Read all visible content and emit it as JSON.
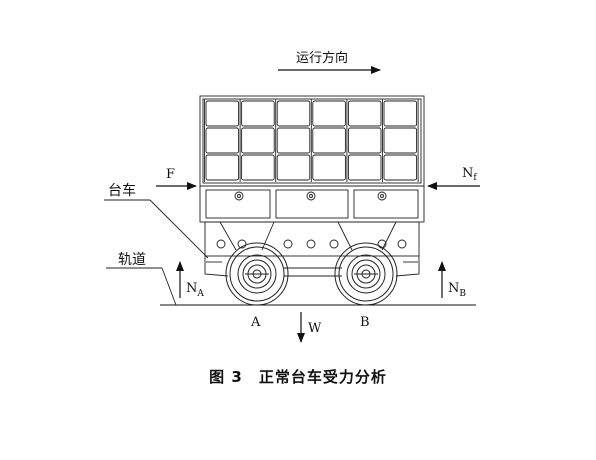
{
  "diagram": {
    "direction_label": "运行方向",
    "labels": {
      "trolley": "台车",
      "track": "轨道",
      "force_f": "F",
      "force_nf": "N",
      "force_nf_sub": "f",
      "force_na": "N",
      "force_na_sub": "A",
      "force_nb": "N",
      "force_nb_sub": "B",
      "point_a": "A",
      "point_b": "B",
      "weight": "W"
    }
  },
  "caption": {
    "number": "图 3",
    "text": "正常台车受力分析"
  }
}
